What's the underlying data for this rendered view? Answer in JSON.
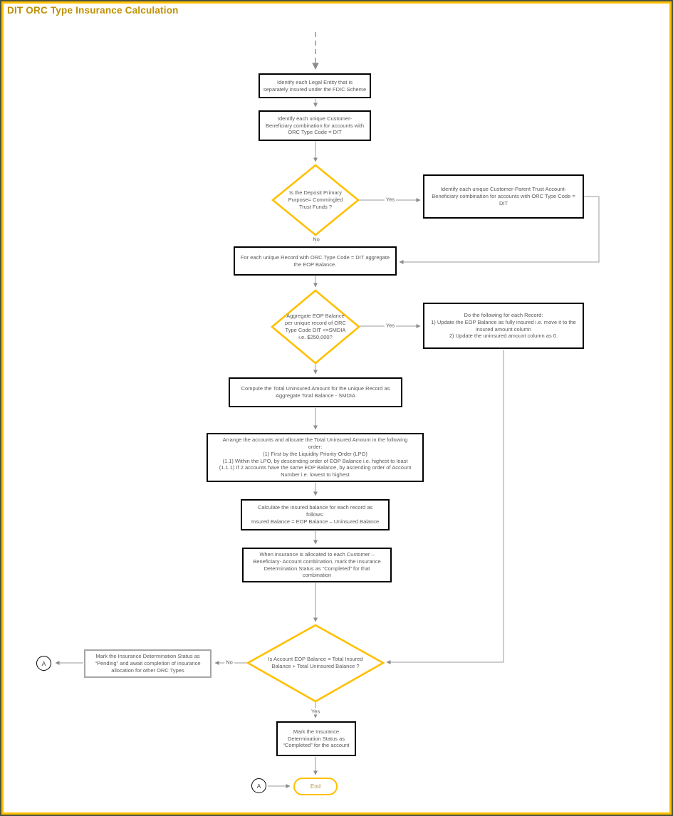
{
  "page": {
    "title": "DIT ORC Type Insurance Calculation"
  },
  "colors": {
    "accent_gold": "#FFC000",
    "title_gold": "#BF9000",
    "connector_gray": "#9B9B9B",
    "arrowhead_gray": "#8C8C8C",
    "node_text_gray": "#595959",
    "process_border": "#000000",
    "pending_border_gray": "#A6A6A6",
    "outer_border": "#4C5340"
  },
  "nodes": {
    "identify_legal_entity": "Identify each Legal Entity that is\nseparately insured under the FDIC Scheme",
    "identify_customer_beneficiary": "Identify each unique Customer-\nBeneficiary combination for accounts with\nORC Type Code = DIT",
    "deposit_primary_purpose": "Is the Deposit Primary\nPurpose= Commingled\nTrust Funds ?",
    "identify_customer_parent_trust": "Identify each unique Customer-Parent Trust Account-\nBeneficiary combination for accounts with ORC Type Code =\nDIT",
    "aggregate_eop_balance": "For each unique Record with ORC Type Code = DIT aggregate\nthe EOP Balance.",
    "aggregate_eop_smdia": "Aggregate EOP Balance\nper unique record of ORC\nType Code DIT <=SMDIA\ni.e. $250,000?",
    "fully_insured_update": "Do the following for each Record:\n1) Update the EOP Balance as fully insured i.e. move it to the\ninsured amount column\n2) Update the uninsured amount column as 0.",
    "compute_total_uninsured": "Compute the Total Uninsured Amount for the unique Record as\nAggregate Total Balance - SMDIA",
    "arrange_accounts": "Arrange the accounts and allocate the Total Uninsured Amount in the following\norder:\n(1) First by the Liquidity Priority Order (LPO)\n(1.1) Within the LPO, by descending order of EOP Balance i.e. highest to least\n(1.1.1) If 2 accounts have the same EOP Balance, by ascending order of Account\nNumber i.e. lowest to highest",
    "calculate_insured_balance": "Calculate the insured balance for each record as\nfollows:\nInsured Balance = EOP Balance – Uninsured Balance",
    "mark_completed_combination": "When insurance is allocated to each Customer –\nBeneficiary- Account combination, mark the Insurance\nDetermination Status as “Completed” for that\ncombination",
    "account_eop_balance_check": "Is Account EOP Balance = Total Insured\nBalance + Total Uninsured Balance ?",
    "mark_pending": "Mark the Insurance Determination Status as\n“Pending” and await completion of insurance\nallocation for other ORC Types",
    "mark_completed_account": "Mark the Insurance\nDetermination Status as\n“Completed” for the account",
    "end": "End"
  },
  "edge_labels": {
    "d1_yes": "Yes",
    "d1_no": "No",
    "d2_yes": "Yes",
    "d3_no": "No",
    "d3_yes": "Yes"
  },
  "connectors": {
    "a_left": "A",
    "a_end": "A"
  }
}
